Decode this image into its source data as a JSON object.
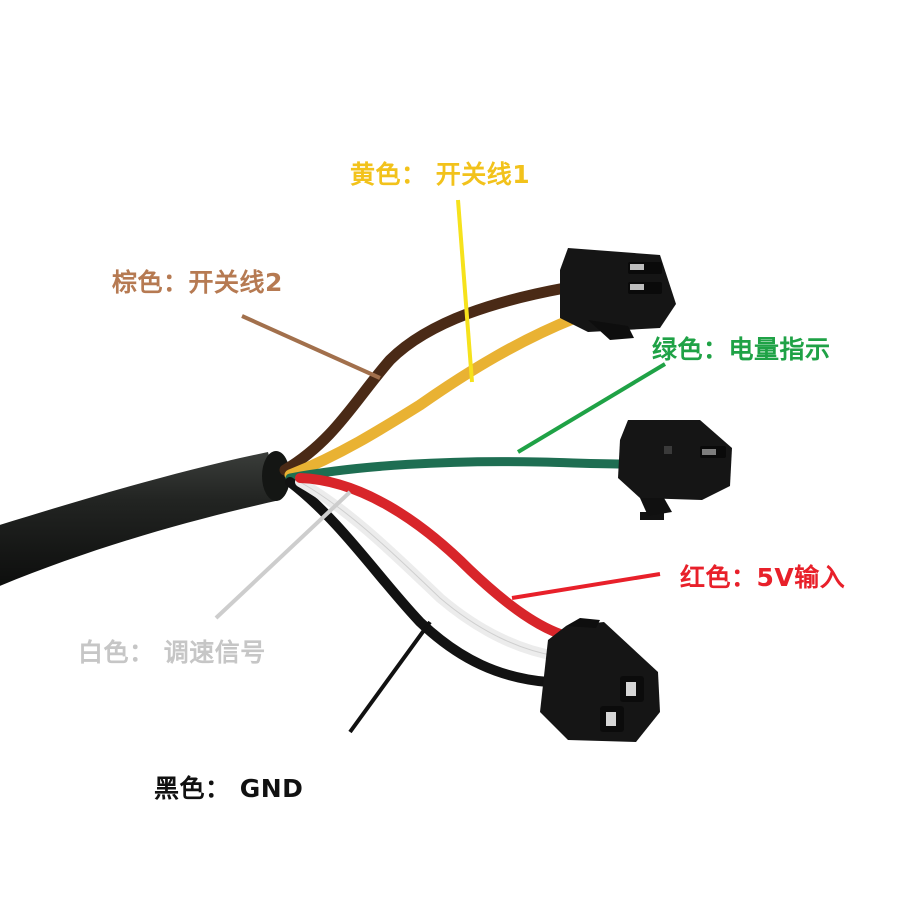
{
  "labels": {
    "yellow": {
      "text": "黄色： 开关线1",
      "color": "#f2c21b"
    },
    "brown": {
      "text": "棕色：开关线2",
      "color": "#b67a52"
    },
    "green": {
      "text": "绿色：电量指示",
      "color": "#1fa246"
    },
    "red": {
      "text": "红色：5V输入",
      "color": "#e8202a"
    },
    "white": {
      "text": "白色： 调速信号",
      "color": "#c6c6c6"
    },
    "black": {
      "text": "黑色： GND",
      "color": "#111111"
    }
  },
  "wire_colors": {
    "brown": "#4a2a16",
    "yellow": "#e9b233",
    "green": "#1e6e52",
    "red": "#d8252a",
    "white": "#ececec",
    "black": "#121212"
  },
  "connector_color": "#151515",
  "cable_color": "#1f211f"
}
